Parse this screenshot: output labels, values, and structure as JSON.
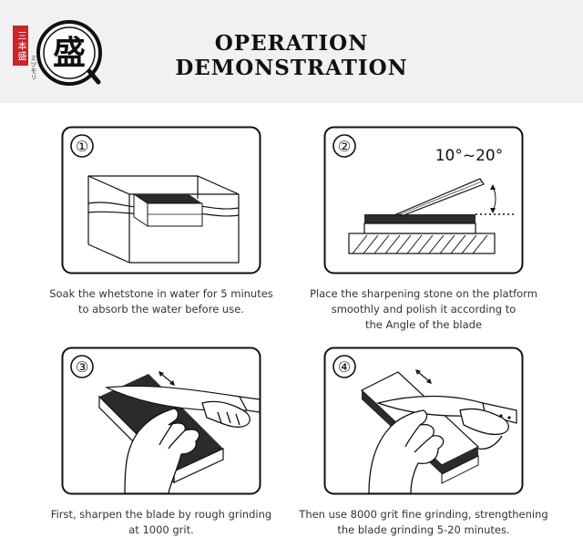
{
  "brand": {
    "stamp_text": "三本盛",
    "logo_char": "盛",
    "kana": "ミツモリ"
  },
  "title": {
    "line1": "OPERATION",
    "line2": "DEMONSTRATION"
  },
  "steps": [
    {
      "number": "①",
      "caption_lines": [
        "Soak the whetstone in water for 5 minutes",
        "to absorb the water before use."
      ]
    },
    {
      "number": "②",
      "angle_label": "10°~20°",
      "caption_lines": [
        "Place the sharpening stone on the platform",
        "smoothly and polish it according to",
        "the Angle of the blade"
      ]
    },
    {
      "number": "③",
      "caption_lines": [
        "First, sharpen the blade by rough grinding",
        "at 1000 grit."
      ]
    },
    {
      "number": "④",
      "caption_lines": [
        "Then use 8000 grit fine grinding, strengthening",
        "the blade grinding 5-20 minutes."
      ]
    }
  ],
  "colors": {
    "header_bg": "#f1f1f1",
    "stamp_red": "#c8262b",
    "stone_dark": "#2b2b2b"
  }
}
